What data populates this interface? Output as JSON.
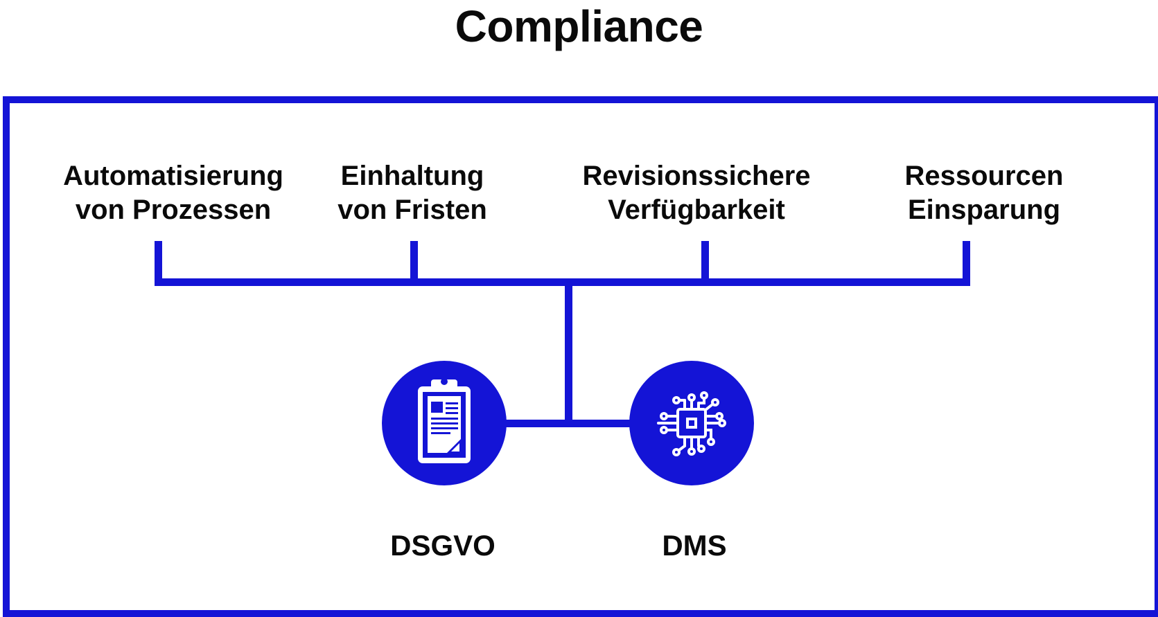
{
  "title": "Compliance",
  "colors": {
    "accent": "#1414d6",
    "text": "#0a0a0a",
    "background": "#ffffff"
  },
  "benefits": [
    {
      "line1": "Automatisierung",
      "line2": "von Prozessen"
    },
    {
      "line1": "Einhaltung",
      "line2": "von Fristen"
    },
    {
      "line1": "Revisionssichere",
      "line2": "Verfügbarkeit"
    },
    {
      "line1": "Ressourcen",
      "line2": "Einsparung"
    }
  ],
  "nodes": [
    {
      "label": "DSGVO",
      "icon": "clipboard-document-icon"
    },
    {
      "label": "DMS",
      "icon": "circuit-chip-icon"
    }
  ]
}
